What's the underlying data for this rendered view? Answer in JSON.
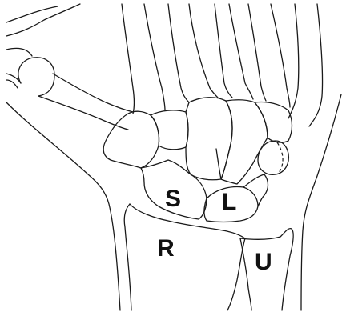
{
  "diagram": {
    "labels": {
      "scaphoid": "S",
      "lunate": "L",
      "radius": "R",
      "ulna": "U"
    },
    "colors": {
      "line": "#1a1a1a",
      "background": "#ffffff",
      "label": "#111111"
    }
  }
}
